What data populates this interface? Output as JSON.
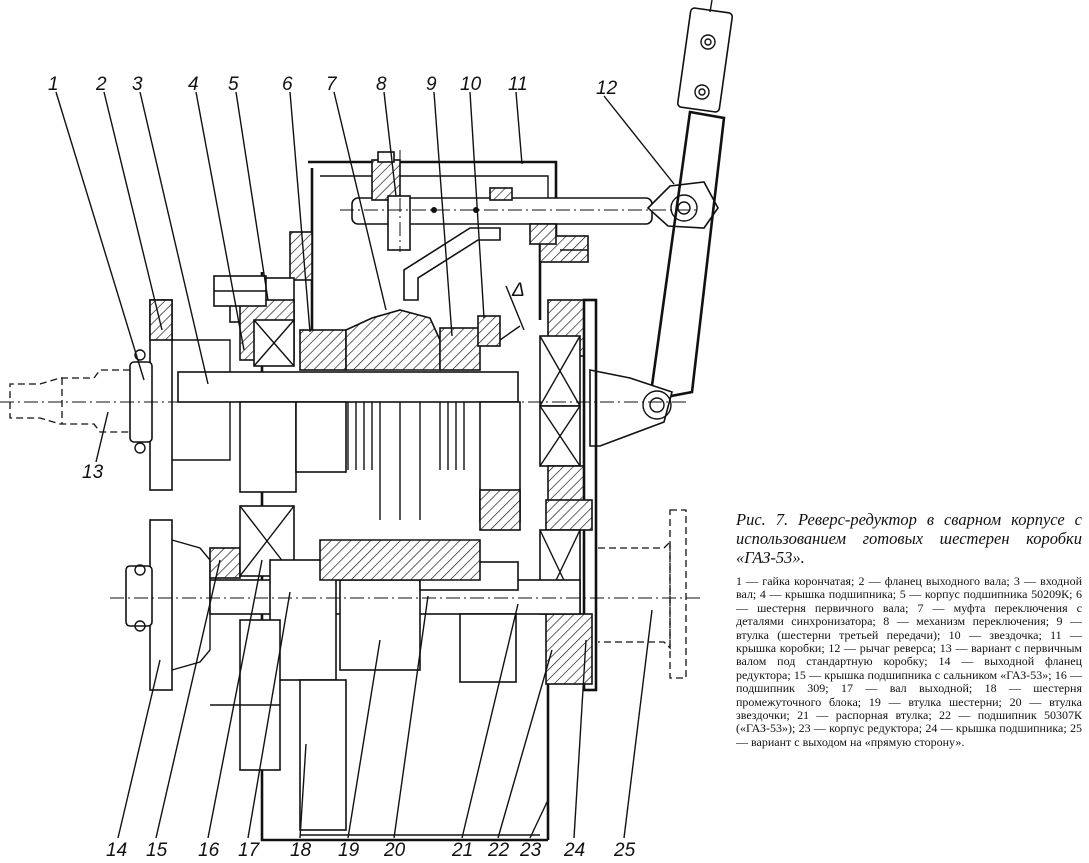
{
  "figure": {
    "callouts": [
      "1",
      "2",
      "3",
      "4",
      "5",
      "6",
      "7",
      "8",
      "9",
      "10",
      "11",
      "12",
      "13",
      "14",
      "15",
      "16",
      "17",
      "18",
      "19",
      "20",
      "21",
      "22",
      "23",
      "24",
      "25"
    ],
    "delta_mark": "Δ",
    "caption_title": "Рис. 7. Реверс-редуктор в сварном корпусе с использованием готовых шестерен коробки «ГАЗ-53».",
    "legend": "1 — гайка корончатая; 2 — фланец выходного вала; 3 — входной вал; 4 — крышка подшипника; 5 — корпус подшипника 50209К; 6 — шестерня первичного вала; 7 — муфта переключения с деталями синхронизатора; 8 — механизм переключения; 9 — втулка (шестерни третьей передачи); 10 — звездочка; 11 — крышка коробки; 12 — рычаг реверса; 13 — вариант с первичным валом под стандартную коробку; 14 — выходной фланец редуктора; 15 — крышка подшипника с сальником «ГАЗ-53»; 16 — подшипник 309; 17 — вал выходной; 18 — шестерня промежуточного блока; 19 — втулка шестерни; 20 — втулка звездочки; 21 — распорная втулка; 22 — подшипник 50307К («ГАЗ-53»); 23 — корпус редуктора; 24 — крышка подшипника; 25 — вариант с выходом на «прямую сторону»."
  }
}
